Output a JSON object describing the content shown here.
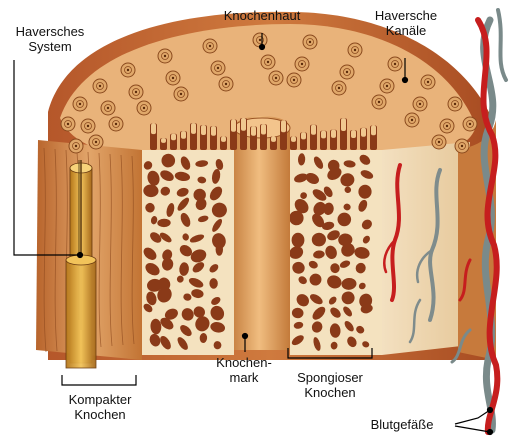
{
  "labels": {
    "periosteum": "Knochenhaut",
    "haversian_system": [
      "Haversches",
      "System"
    ],
    "haversian_canals": [
      "Haversche",
      "Kanäle"
    ],
    "compact_bone": [
      "Kompakter",
      "Knochen"
    ],
    "marrow": [
      "Knochen-",
      "mark"
    ],
    "spongy_bone": [
      "Spongioser",
      "Knochen"
    ],
    "blood_vessels": "Blutgefäße"
  },
  "colors": {
    "periosteum": "#c0662f",
    "compact": "#d99a5c",
    "spongy_bg": "#f4e2bf",
    "trabecula_hole": "#8a3a18",
    "marrow": "#e2a25e",
    "artery": "#c61e1e",
    "vein": "#7f8c8c",
    "osteon": "#e0a86a"
  }
}
